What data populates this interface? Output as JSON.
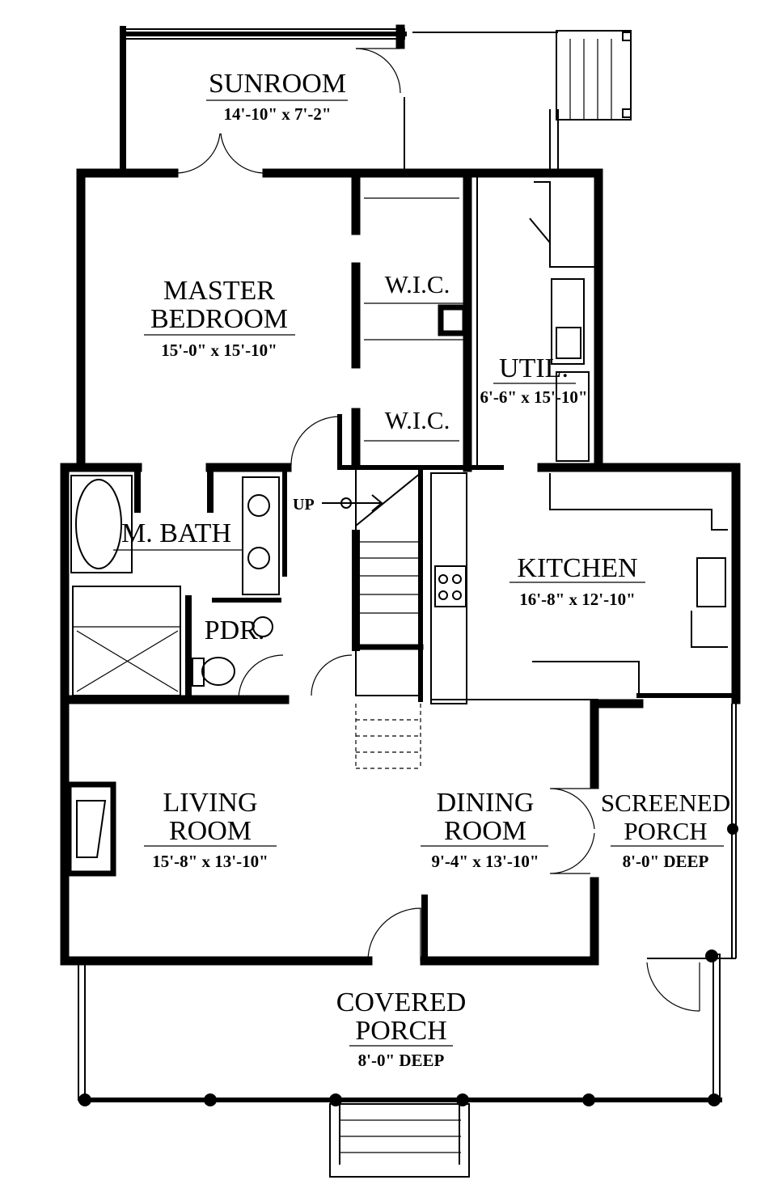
{
  "rooms": {
    "sunroom": {
      "name": "SUNROOM",
      "dim": "14'-10\" x 7'-2\""
    },
    "master_bedroom": {
      "name1": "MASTER",
      "name2": "BEDROOM",
      "dim": "15'-0\" x 15'-10\""
    },
    "wic1": {
      "name": "W.I.C."
    },
    "wic2": {
      "name": "W.I.C."
    },
    "util": {
      "name": "UTIL.",
      "dim": "6'-6\" x 15'-10\""
    },
    "master_bath": {
      "name": "M. BATH"
    },
    "powder": {
      "name": "PDR."
    },
    "kitchen": {
      "name": "KITCHEN",
      "dim": "16'-8\" x 12'-10\""
    },
    "living_room": {
      "name1": "LIVING",
      "name2": "ROOM",
      "dim": "15'-8\" x 13'-10\""
    },
    "dining_room": {
      "name1": "DINING",
      "name2": "ROOM",
      "dim": "9'-4\" x 13'-10\""
    },
    "screened_porch": {
      "name1": "SCREENED",
      "name2": "PORCH",
      "dim": "8'-0\" DEEP"
    },
    "covered_porch": {
      "name1": "COVERED",
      "name2": "PORCH",
      "dim": "8'-0\" DEEP"
    }
  },
  "stairs": {
    "label": "UP"
  }
}
